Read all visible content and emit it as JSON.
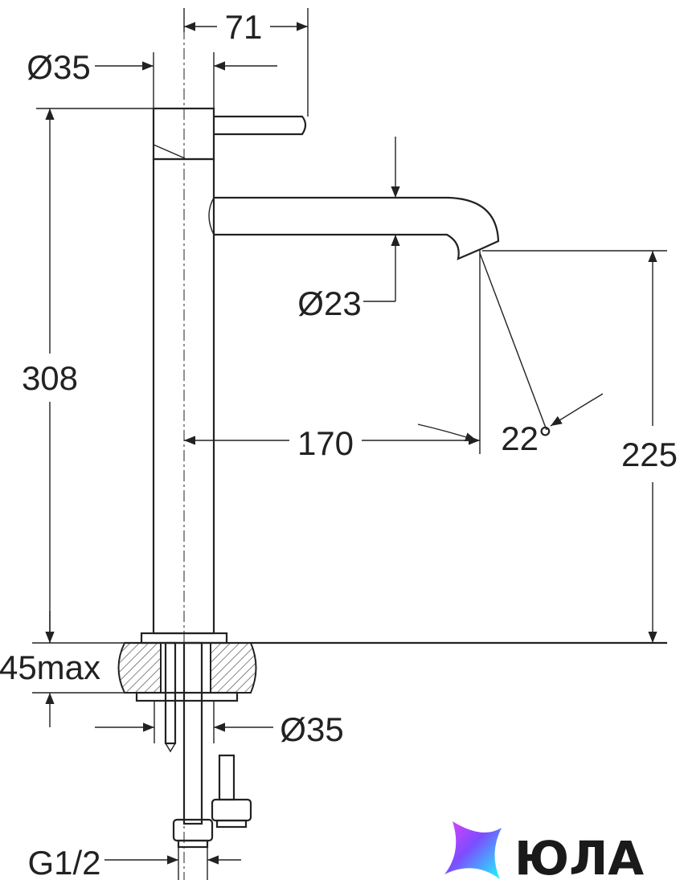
{
  "dimensions": {
    "handle_reach": "71",
    "handle_diameter": "Ø35",
    "spout_diameter": "Ø23",
    "total_height": "308",
    "spout_reach": "170",
    "spout_angle": "22°",
    "spout_height": "225",
    "max_counter_thickness": "45max",
    "base_diameter": "Ø35",
    "thread_size": "G1/2"
  },
  "brand": {
    "name": "ЮЛА"
  }
}
